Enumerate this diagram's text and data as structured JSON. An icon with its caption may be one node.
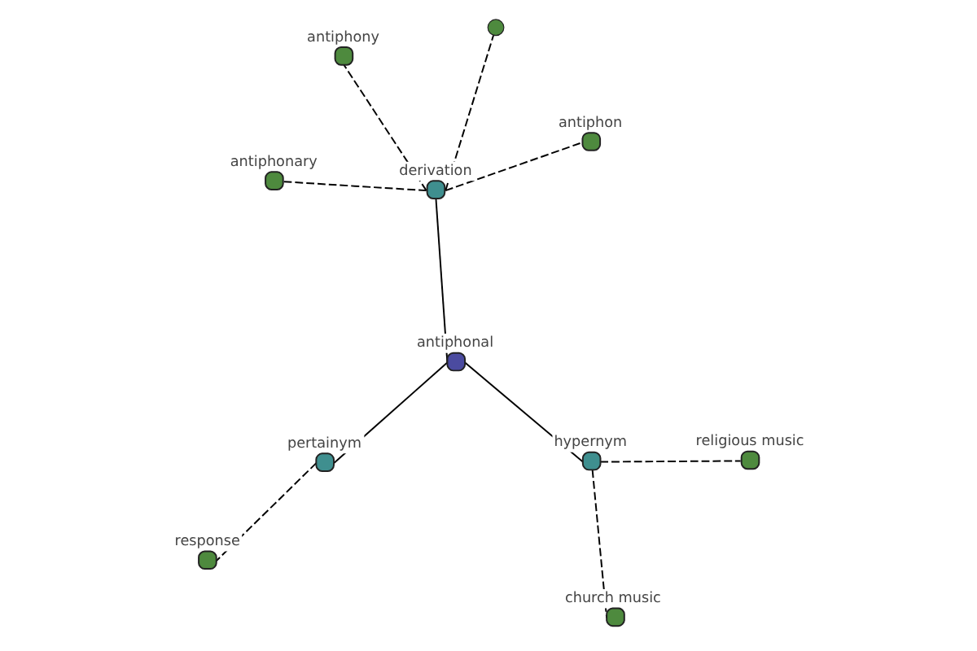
{
  "diagram": {
    "nodes": [
      {
        "text": [
          "antiphonal"
        ]
      },
      {
        "text": [
          "derivation"
        ]
      },
      {
        "text": [
          "antiphon"
        ]
      },
      {
        "text": [
          "antiphony"
        ]
      },
      {
        "text": [],
        "shape": "circle"
      },
      {
        "text": [
          "antiphonary"
        ]
      },
      {
        "text": [
          "pertainym"
        ]
      },
      {
        "text": [
          "response"
        ]
      },
      {
        "text": [
          "hypernym"
        ]
      },
      {
        "text": [
          "church music"
        ]
      },
      {
        "text": [
          "religious music"
        ]
      }
    ],
    "edges": [
      {
        "from": 0,
        "to": 1,
        "arrow": "none"
      },
      {
        "from": 0,
        "to": 6,
        "arrow": "none"
      },
      {
        "from": 0,
        "to": 8,
        "arrow": "none"
      },
      {
        "from": 1,
        "to": 2,
        "arrow": "none",
        "style": "dashed"
      },
      {
        "from": 1,
        "to": 3,
        "arrow": "none",
        "style": "dashed"
      },
      {
        "from": 1,
        "to": 4,
        "arrow": "none",
        "style": "dashed"
      },
      {
        "from": 1,
        "to": 5,
        "arrow": "none",
        "style": "dashed"
      },
      {
        "from": 6,
        "to": 7,
        "arrow": "none",
        "style": "dashed"
      },
      {
        "from": 8,
        "to": 9,
        "arrow": "none",
        "style": "dashed"
      },
      {
        "from": 8,
        "to": 10,
        "arrow": "none",
        "style": "dashed"
      }
    ]
  }
}
